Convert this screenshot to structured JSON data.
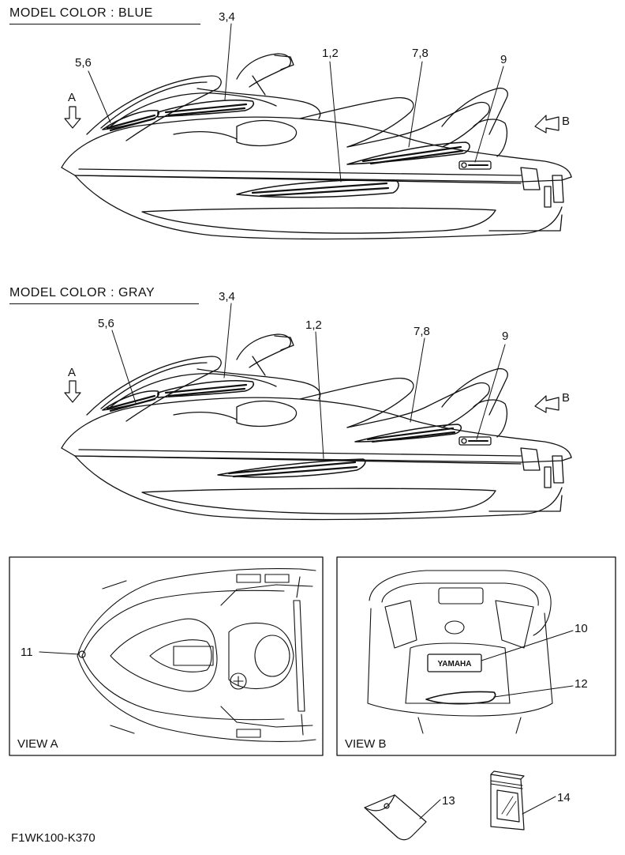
{
  "headings": {
    "blue": "MODEL COLOR : BLUE",
    "gray": "MODEL COLOR : GRAY"
  },
  "callouts": {
    "c34_top": "3,4",
    "c56_top": "5,6",
    "c12_top": "1,2",
    "c78_top": "7,8",
    "c9_top": "9",
    "cA_top": "A",
    "cB_top": "B",
    "c34_mid": "3,4",
    "c56_mid": "5,6",
    "c12_mid": "1,2",
    "c78_mid": "7,8",
    "c9_mid": "9",
    "cA_mid": "A",
    "cB_mid": "B",
    "c11": "11",
    "c10": "10",
    "c12": "12",
    "c13": "13",
    "c14": "14"
  },
  "views": {
    "a": "VIEW A",
    "b": "VIEW B"
  },
  "part_code": "F1WK100-K370",
  "decals": {
    "yamaha": "YAMAHA"
  }
}
